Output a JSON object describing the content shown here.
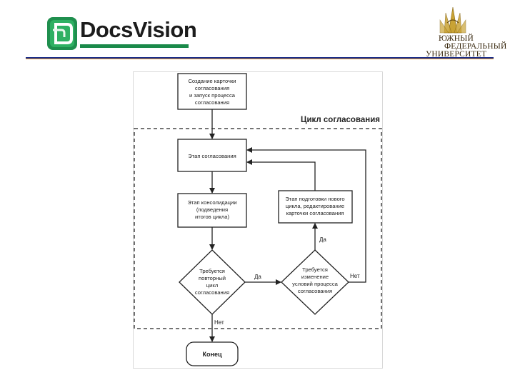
{
  "header": {
    "brand": "DocsVision",
    "university": [
      "ЮЖНЫЙ",
      "ФЕДЕРАЛЬНЫЙ",
      "УНИВЕРСИТЕТ"
    ]
  },
  "flowchart": {
    "cycle_label": "Цикл согласования",
    "start_box": [
      "Создание карточки",
      "согласования",
      "и запуск процесса",
      "согласования"
    ],
    "stage_box": "Этап согласования",
    "consolidation_box": [
      "Этап консолидации",
      "(подведения",
      "итогов цикла)"
    ],
    "preparation_box": [
      "Этап подготовки нового",
      "цикла, редактирование",
      "карточки согласования"
    ],
    "repeat_decision": [
      "Требуется",
      "повторный",
      "цикл",
      "согласования"
    ],
    "change_decision": [
      "Требуется",
      "изменение",
      "условий процесса",
      "согласования"
    ],
    "end_label": "Конец",
    "yes_label_1": "Да",
    "yes_label_2": "Да",
    "no_label_1": "Нет",
    "no_label_2": "Нет"
  }
}
